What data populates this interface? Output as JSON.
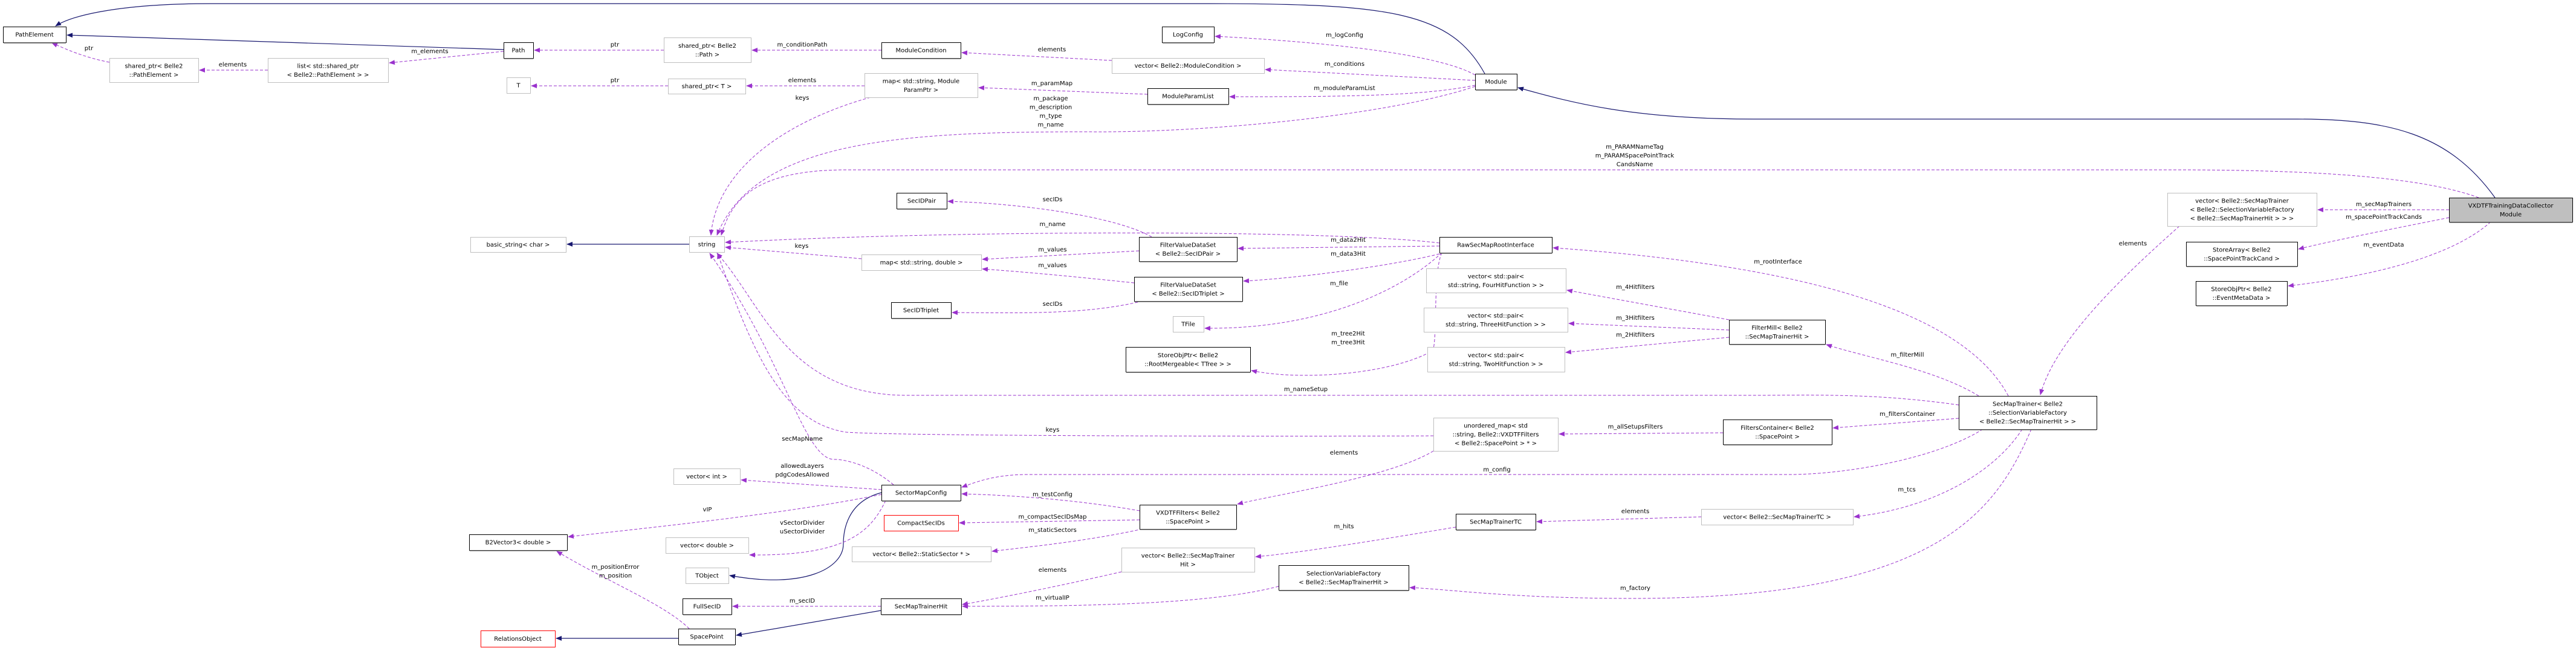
{
  "title": "VXDTFTrainingDataCollectorModule collaboration diagram",
  "colors": {
    "usage_edge": "#9a32cd",
    "inheritance_edge": "#191970",
    "focus_fill": "#bfbfbf",
    "missing_border": "#ff0000"
  },
  "nodes": [
    {
      "id": "PathElement",
      "lines": [
        "PathElement"
      ],
      "kind": "normal"
    },
    {
      "id": "Path",
      "lines": [
        "Path"
      ],
      "kind": "normal"
    },
    {
      "id": "sp_PathElement",
      "lines": [
        "shared_ptr< Belle2",
        "::PathElement >"
      ],
      "kind": "ext"
    },
    {
      "id": "list_sp",
      "lines": [
        "list< std::shared_ptr",
        "< Belle2::PathElement > >"
      ],
      "kind": "ext"
    },
    {
      "id": "T",
      "lines": [
        "T"
      ],
      "kind": "ext"
    },
    {
      "id": "sp_Path",
      "lines": [
        "shared_ptr< Belle2",
        "::Path >"
      ],
      "kind": "ext"
    },
    {
      "id": "ModuleCondition",
      "lines": [
        "ModuleCondition"
      ],
      "kind": "normal"
    },
    {
      "id": "sp_T",
      "lines": [
        "shared_ptr< T >"
      ],
      "kind": "ext"
    },
    {
      "id": "map_param",
      "lines": [
        "map< std::string, Module",
        "ParamPtr >"
      ],
      "kind": "ext"
    },
    {
      "id": "LogConfig",
      "lines": [
        "LogConfig"
      ],
      "kind": "normal"
    },
    {
      "id": "vec_ModCond",
      "lines": [
        "vector< Belle2::ModuleCondition >"
      ],
      "kind": "ext"
    },
    {
      "id": "ModuleParamList",
      "lines": [
        "ModuleParamList"
      ],
      "kind": "normal"
    },
    {
      "id": "Module",
      "lines": [
        "Module"
      ],
      "kind": "normal"
    },
    {
      "id": "Collector",
      "lines": [
        "VXDTFTrainingDataCollector",
        "Module"
      ],
      "kind": "focus"
    },
    {
      "id": "vec_SecMapTrainer",
      "lines": [
        "vector< Belle2::SecMapTrainer",
        "< Belle2::SelectionVariableFactory",
        "< Belle2::SecMapTrainerHit > > >"
      ],
      "kind": "ext"
    },
    {
      "id": "StoreArray_SPTC",
      "lines": [
        "StoreArray< Belle2",
        "::SpacePointTrackCand >"
      ],
      "kind": "normal"
    },
    {
      "id": "StoreObjPtr_EMD",
      "lines": [
        "StoreObjPtr< Belle2",
        "::EventMetaData >"
      ],
      "kind": "normal"
    },
    {
      "id": "string",
      "lines": [
        "string"
      ],
      "kind": "ext"
    },
    {
      "id": "basic_string",
      "lines": [
        "basic_string< char >"
      ],
      "kind": "ext"
    },
    {
      "id": "SecIDPair",
      "lines": [
        "SecIDPair"
      ],
      "kind": "normal"
    },
    {
      "id": "map_sd",
      "lines": [
        "map< std::string, double >"
      ],
      "kind": "ext"
    },
    {
      "id": "FVDS_Pair",
      "lines": [
        "FilterValueDataSet",
        "< Belle2::SecIDPair >"
      ],
      "kind": "normal"
    },
    {
      "id": "FVDS_Triplet",
      "lines": [
        "FilterValueDataSet",
        "< Belle2::SecIDTriplet >"
      ],
      "kind": "normal"
    },
    {
      "id": "SecIDTriplet",
      "lines": [
        "SecIDTriplet"
      ],
      "kind": "normal"
    },
    {
      "id": "TFile",
      "lines": [
        "TFile"
      ],
      "kind": "ext"
    },
    {
      "id": "StoreObjPtr_RM",
      "lines": [
        "StoreObjPtr< Belle2",
        "::RootMergeable< TTree > >"
      ],
      "kind": "normal"
    },
    {
      "id": "RawSecMap",
      "lines": [
        "RawSecMapRootInterface"
      ],
      "kind": "normal"
    },
    {
      "id": "vec_Four",
      "lines": [
        "vector< std::pair<",
        "std::string, FourHitFunction > >"
      ],
      "kind": "ext"
    },
    {
      "id": "vec_Three",
      "lines": [
        "vector< std::pair<",
        "std::string, ThreeHitFunction > >"
      ],
      "kind": "ext"
    },
    {
      "id": "vec_Two",
      "lines": [
        "vector< std::pair<",
        "std::string, TwoHitFunction > >"
      ],
      "kind": "ext"
    },
    {
      "id": "FilterMill",
      "lines": [
        "FilterMill< Belle2",
        "::SecMapTrainerHit >"
      ],
      "kind": "normal"
    },
    {
      "id": "SecMapTrainer",
      "lines": [
        "SecMapTrainer< Belle2",
        "::SelectionVariableFactory",
        "< Belle2::SecMapTrainerHit > >"
      ],
      "kind": "normal"
    },
    {
      "id": "FiltersContainer",
      "lines": [
        "FiltersContainer< Belle2",
        "::SpacePoint >"
      ],
      "kind": "normal"
    },
    {
      "id": "umap",
      "lines": [
        "unordered_map< std",
        "::string, Belle2::VXDTFFilters",
        "< Belle2::SpacePoint > * >"
      ],
      "kind": "ext"
    },
    {
      "id": "SectorMapConfig",
      "lines": [
        "SectorMapConfig"
      ],
      "kind": "normal"
    },
    {
      "id": "vec_int",
      "lines": [
        "vector< int >"
      ],
      "kind": "ext"
    },
    {
      "id": "vec_double",
      "lines": [
        "vector< double >"
      ],
      "kind": "ext"
    },
    {
      "id": "TObject",
      "lines": [
        "TObject"
      ],
      "kind": "ext"
    },
    {
      "id": "FullSecID",
      "lines": [
        "FullSecID"
      ],
      "kind": "normal"
    },
    {
      "id": "SpacePoint",
      "lines": [
        "SpacePoint"
      ],
      "kind": "normal"
    },
    {
      "id": "CompactSecIDs",
      "lines": [
        "CompactSecIDs"
      ],
      "kind": "red"
    },
    {
      "id": "VXDTFFilters",
      "lines": [
        "VXDTFFilters< Belle2",
        "::SpacePoint >"
      ],
      "kind": "normal"
    },
    {
      "id": "vec_StaticSector",
      "lines": [
        "vector< Belle2::StaticSector * >"
      ],
      "kind": "ext"
    },
    {
      "id": "vec_SMTHit",
      "lines": [
        "vector< Belle2::SecMapTrainer",
        "Hit >"
      ],
      "kind": "ext"
    },
    {
      "id": "SelVarFactory",
      "lines": [
        "SelectionVariableFactory",
        "< Belle2::SecMapTrainerHit >"
      ],
      "kind": "normal"
    },
    {
      "id": "SecMapTrainerHit",
      "lines": [
        "SecMapTrainerHit"
      ],
      "kind": "normal"
    },
    {
      "id": "B2Vector3",
      "lines": [
        "B2Vector3< double >"
      ],
      "kind": "normal"
    },
    {
      "id": "RelationsObject",
      "lines": [
        "RelationsObject"
      ],
      "kind": "red"
    },
    {
      "id": "SecMapTrainerTC",
      "lines": [
        "SecMapTrainerTC"
      ],
      "kind": "normal"
    },
    {
      "id": "vec_SMTTC",
      "lines": [
        "vector< Belle2::SecMapTrainerTC >"
      ],
      "kind": "ext"
    }
  ],
  "edges": [
    {
      "from": "Module",
      "to": "PathElement",
      "type": "inheritance",
      "labels": []
    },
    {
      "from": "Path",
      "to": "PathElement",
      "type": "inheritance",
      "labels": []
    },
    {
      "from": "Collector",
      "to": "Module",
      "type": "inheritance",
      "labels": []
    },
    {
      "from": "string",
      "to": "basic_string",
      "type": "inheritance",
      "labels": []
    },
    {
      "from": "SectorMapConfig",
      "to": "TObject",
      "type": "inheritance",
      "labels": []
    },
    {
      "from": "SpacePoint",
      "to": "RelationsObject",
      "type": "inheritance",
      "labels": []
    },
    {
      "from": "SecMapTrainerHit",
      "to": "SpacePoint",
      "type": "inheritance",
      "labels": []
    },
    {
      "from": "sp_PathElement",
      "to": "PathElement",
      "type": "usage",
      "labels": [
        "ptr"
      ]
    },
    {
      "from": "list_sp",
      "to": "sp_PathElement",
      "type": "usage",
      "labels": [
        "elements"
      ]
    },
    {
      "from": "Path",
      "to": "list_sp",
      "type": "usage",
      "labels": [
        "m_elements"
      ]
    },
    {
      "from": "sp_Path",
      "to": "Path",
      "type": "usage",
      "labels": [
        "ptr"
      ]
    },
    {
      "from": "ModuleCondition",
      "to": "sp_Path",
      "type": "usage",
      "labels": [
        "m_conditionPath"
      ]
    },
    {
      "from": "vec_ModCond",
      "to": "ModuleCondition",
      "type": "usage",
      "labels": [
        "elements"
      ]
    },
    {
      "from": "sp_T",
      "to": "T",
      "type": "usage",
      "labels": [
        "ptr"
      ]
    },
    {
      "from": "map_param",
      "to": "sp_T",
      "type": "usage",
      "labels": [
        "elements"
      ]
    },
    {
      "from": "ModuleParamList",
      "to": "map_param",
      "type": "usage",
      "labels": [
        "m_paramMap"
      ]
    },
    {
      "from": "map_param",
      "to": "string",
      "type": "usage",
      "labels": [
        "keys"
      ]
    },
    {
      "from": "Module",
      "to": "LogConfig",
      "type": "usage",
      "labels": [
        "m_logConfig"
      ]
    },
    {
      "from": "Module",
      "to": "vec_ModCond",
      "type": "usage",
      "labels": [
        "m_conditions"
      ]
    },
    {
      "from": "Module",
      "to": "ModuleParamList",
      "type": "usage",
      "labels": [
        "m_moduleParamList"
      ]
    },
    {
      "from": "Module",
      "to": "string",
      "type": "usage",
      "labels": [
        "m_package",
        "m_description",
        "m_type",
        "m_name"
      ]
    },
    {
      "from": "Collector",
      "to": "string",
      "type": "usage",
      "labels": [
        "m_PARAMNameTag",
        "m_PARAMSpacePointTrack",
        "CandsName"
      ]
    },
    {
      "from": "Collector",
      "to": "vec_SecMapTrainer",
      "type": "usage",
      "labels": [
        "m_secMapTrainers"
      ]
    },
    {
      "from": "Collector",
      "to": "StoreArray_SPTC",
      "type": "usage",
      "labels": [
        "m_spacePointTrackCands"
      ]
    },
    {
      "from": "Collector",
      "to": "StoreObjPtr_EMD",
      "type": "usage",
      "labels": [
        "m_eventData"
      ]
    },
    {
      "from": "vec_SecMapTrainer",
      "to": "SecMapTrainer",
      "type": "usage",
      "labels": [
        "elements"
      ]
    },
    {
      "from": "SecMapTrainer",
      "to": "RawSecMap",
      "type": "usage",
      "labels": [
        "m_rootInterface"
      ]
    },
    {
      "from": "SecMapTrainer",
      "to": "FilterMill",
      "type": "usage",
      "labels": [
        "m_filterMill"
      ]
    },
    {
      "from": "SecMapTrainer",
      "to": "string",
      "type": "usage",
      "labels": [
        "m_nameSetup"
      ]
    },
    {
      "from": "SecMapTrainer",
      "to": "FiltersContainer",
      "type": "usage",
      "labels": [
        "m_filtersContainer"
      ]
    },
    {
      "from": "SecMapTrainer",
      "to": "SectorMapConfig",
      "type": "usage",
      "labels": [
        "m_config"
      ]
    },
    {
      "from": "SecMapTrainer",
      "to": "vec_SMTTC",
      "type": "usage",
      "labels": [
        "m_tcs"
      ]
    },
    {
      "from": "SecMapTrainer",
      "to": "SelVarFactory",
      "type": "usage",
      "labels": [
        "m_factory"
      ]
    },
    {
      "from": "FilterMill",
      "to": "vec_Four",
      "type": "usage",
      "labels": [
        "m_4Hitfilters"
      ]
    },
    {
      "from": "FilterMill",
      "to": "vec_Three",
      "type": "usage",
      "labels": [
        "m_3Hitfilters"
      ]
    },
    {
      "from": "FilterMill",
      "to": "vec_Two",
      "type": "usage",
      "labels": [
        "m_2Hitfilters"
      ]
    },
    {
      "from": "FiltersContainer",
      "to": "umap",
      "type": "usage",
      "labels": [
        "m_allSetupsFilters"
      ]
    },
    {
      "from": "umap",
      "to": "string",
      "type": "usage",
      "labels": [
        "keys"
      ]
    },
    {
      "from": "umap",
      "to": "VXDTFFilters",
      "type": "usage",
      "labels": [
        "elements"
      ]
    },
    {
      "from": "RawSecMap",
      "to": "string",
      "type": "usage",
      "labels": [
        "m_name"
      ]
    },
    {
      "from": "RawSecMap",
      "to": "FVDS_Pair",
      "type": "usage",
      "labels": [
        "m_data2Hit"
      ]
    },
    {
      "from": "RawSecMap",
      "to": "FVDS_Triplet",
      "type": "usage",
      "labels": [
        "m_data3Hit"
      ]
    },
    {
      "from": "RawSecMap",
      "to": "TFile",
      "type": "usage",
      "labels": [
        "m_file"
      ]
    },
    {
      "from": "RawSecMap",
      "to": "StoreObjPtr_RM",
      "type": "usage",
      "labels": [
        "m_tree2Hit",
        "m_tree3Hit"
      ]
    },
    {
      "from": "FVDS_Pair",
      "to": "SecIDPair",
      "type": "usage",
      "labels": [
        "secIDs"
      ]
    },
    {
      "from": "FVDS_Pair",
      "to": "map_sd",
      "type": "usage",
      "labels": [
        "m_values"
      ]
    },
    {
      "from": "FVDS_Triplet",
      "to": "map_sd",
      "type": "usage",
      "labels": [
        "m_values"
      ]
    },
    {
      "from": "FVDS_Triplet",
      "to": "SecIDTriplet",
      "type": "usage",
      "labels": [
        "secIDs"
      ]
    },
    {
      "from": "map_sd",
      "to": "string",
      "type": "usage",
      "labels": [
        "keys"
      ]
    },
    {
      "from": "SectorMapConfig",
      "to": "string",
      "type": "usage",
      "labels": [
        "secMapName"
      ]
    },
    {
      "from": "SectorMapConfig",
      "to": "vec_int",
      "type": "usage",
      "labels": [
        "allowedLayers",
        "pdgCodesAllowed"
      ]
    },
    {
      "from": "SectorMapConfig",
      "to": "B2Vector3",
      "type": "usage",
      "labels": [
        "vIP"
      ]
    },
    {
      "from": "SectorMapConfig",
      "to": "vec_double",
      "type": "usage",
      "labels": [
        "vSectorDivider",
        "uSectorDivider"
      ]
    },
    {
      "from": "VXDTFFilters",
      "to": "SectorMapConfig",
      "type": "usage",
      "labels": [
        "m_testConfig"
      ]
    },
    {
      "from": "VXDTFFilters",
      "to": "CompactSecIDs",
      "type": "usage",
      "labels": [
        "m_compactSecIDsMap"
      ]
    },
    {
      "from": "VXDTFFilters",
      "to": "vec_StaticSector",
      "type": "usage",
      "labels": [
        "m_staticSectors"
      ]
    },
    {
      "from": "vec_SMTHit",
      "to": "SecMapTrainerHit",
      "type": "usage",
      "labels": [
        "elements"
      ]
    },
    {
      "from": "SecMapTrainerTC",
      "to": "vec_SMTHit",
      "type": "usage",
      "labels": [
        "m_hits"
      ]
    },
    {
      "from": "SelVarFactory",
      "to": "SecMapTrainerHit",
      "type": "usage",
      "labels": [
        "m_virtualIP"
      ]
    },
    {
      "from": "SecMapTrainerHit",
      "to": "FullSecID",
      "type": "usage",
      "labels": [
        "m_secID"
      ]
    },
    {
      "from": "SpacePoint",
      "to": "B2Vector3",
      "type": "usage",
      "labels": [
        "m_positionError",
        "m_position"
      ]
    },
    {
      "from": "vec_SMTTC",
      "to": "SecMapTrainerTC",
      "type": "usage",
      "labels": [
        "elements"
      ]
    }
  ]
}
